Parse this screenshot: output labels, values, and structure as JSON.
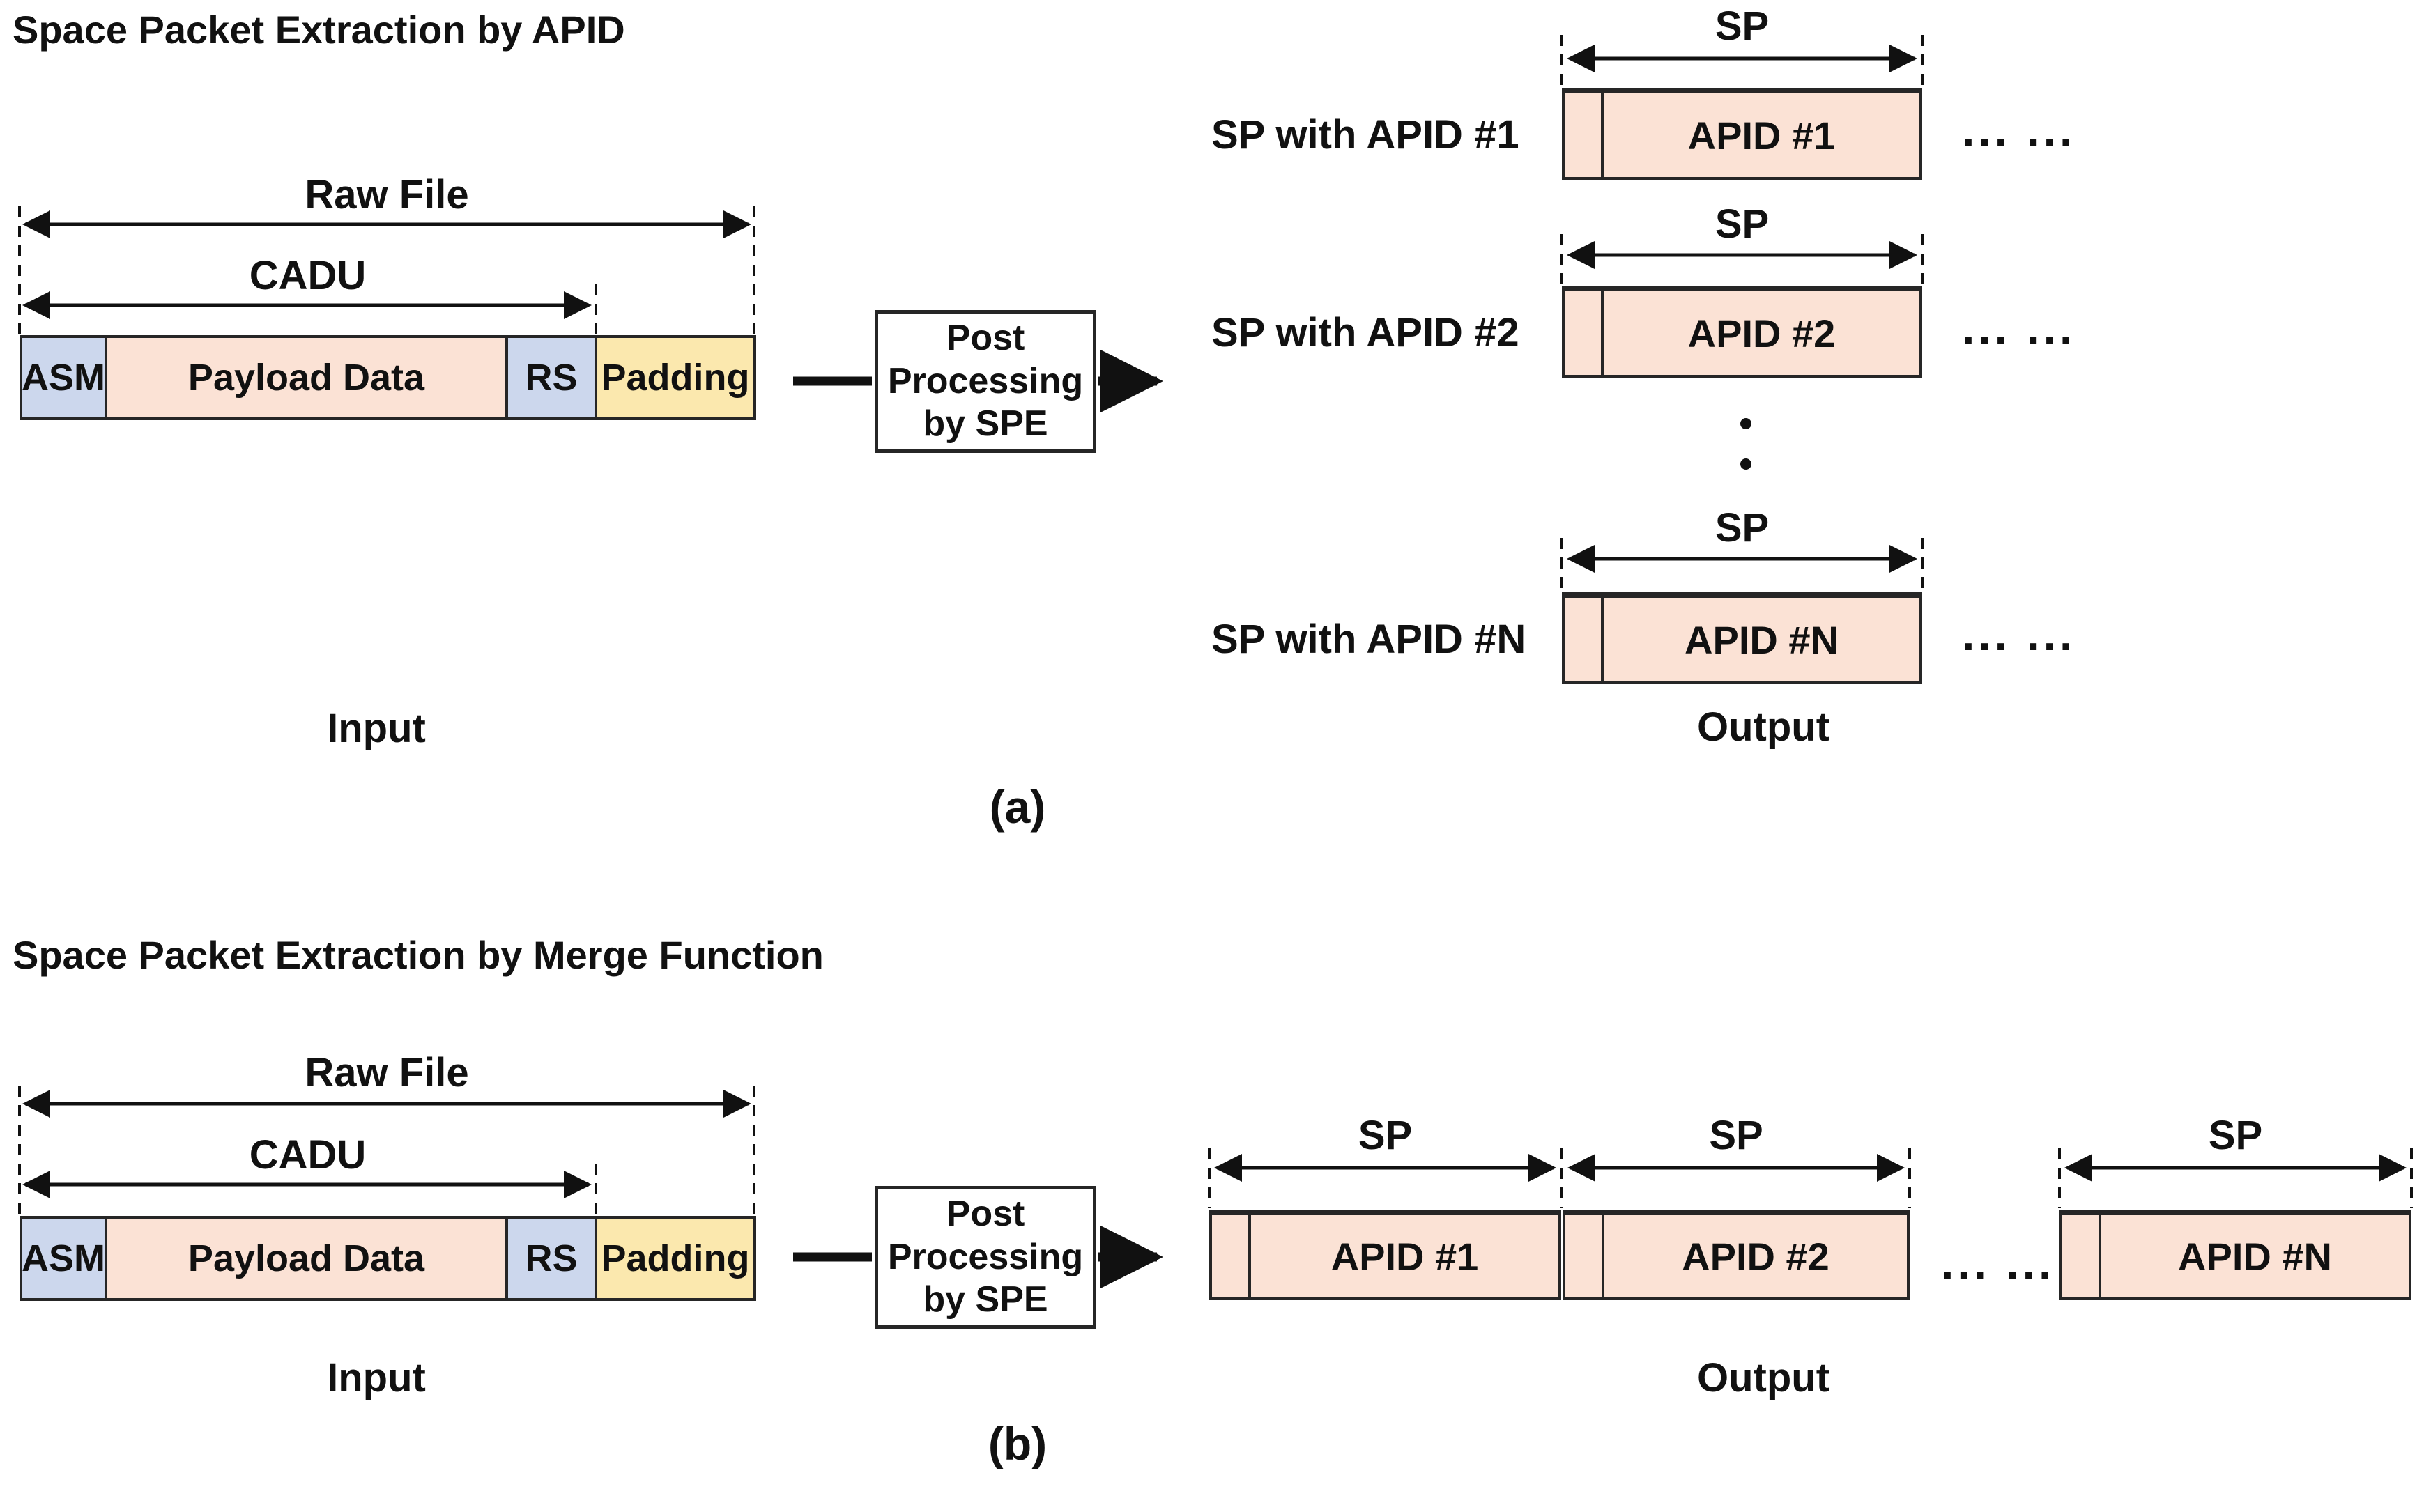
{
  "colors": {
    "header_cell_blue": "#ccd7ed",
    "payload_peach": "#fbe2d5",
    "padding_yellow": "#fbe8ae",
    "box_border": "#262626"
  },
  "section_a": {
    "title": "Space Packet Extraction by APID",
    "input": {
      "raw_file_label": "Raw File",
      "cadu_label": "CADU",
      "asm": "ASM",
      "payload": "Payload Data",
      "rs": "RS",
      "padding": "Padding",
      "caption": "Input"
    },
    "process_label": "Post\nProcessing\nby SPE",
    "output": {
      "caption": "Output",
      "rows": [
        {
          "sp": "SP",
          "label": "SP with APID #1",
          "apid": "APID #1",
          "dots": "... ..."
        },
        {
          "sp": "SP",
          "label": "SP with APID #2",
          "apid": "APID #2",
          "dots": "... ..."
        },
        {
          "sp": "SP",
          "label": "SP with APID #N",
          "apid": "APID #N",
          "dots": "... ..."
        }
      ]
    },
    "figure_label": "(a)"
  },
  "section_b": {
    "title": "Space Packet Extraction by Merge Function",
    "input": {
      "raw_file_label": "Raw File",
      "cadu_label": "CADU",
      "asm": "ASM",
      "payload": "Payload Data",
      "rs": "RS",
      "padding": "Padding",
      "caption": "Input"
    },
    "process_label": "Post\nProcessing\nby SPE",
    "output": {
      "caption": "Output",
      "dots": "... ...",
      "segments": [
        {
          "sp": "SP",
          "apid": "APID #1"
        },
        {
          "sp": "SP",
          "apid": "APID #2"
        },
        {
          "sp": "SP",
          "apid": "APID #N"
        }
      ]
    },
    "figure_label": "(b)"
  }
}
